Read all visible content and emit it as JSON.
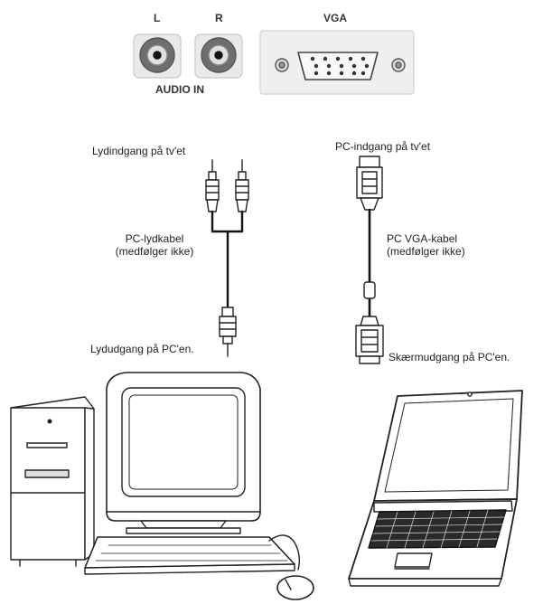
{
  "panel": {
    "left_label": "L",
    "right_label": "R",
    "audio_in_label": "AUDIO IN",
    "vga_label": "VGA"
  },
  "audio_side": {
    "tv_input_label": "Lydindgang på tv'et",
    "cable_label_line1": "PC-lydkabel",
    "cable_label_line2": "(medfølger ikke)",
    "pc_output_label": "Lydudgang på PC'en."
  },
  "vga_side": {
    "tv_input_label": "PC-indgang på tv'et",
    "cable_label_line1": "PC VGA-kabel",
    "cable_label_line2": "(medfølger ikke)",
    "pc_output_label": "Skærmudgang på PC'en."
  },
  "devices": [
    "desktop-tower",
    "crt-monitor",
    "keyboard",
    "mouse",
    "laptop"
  ]
}
